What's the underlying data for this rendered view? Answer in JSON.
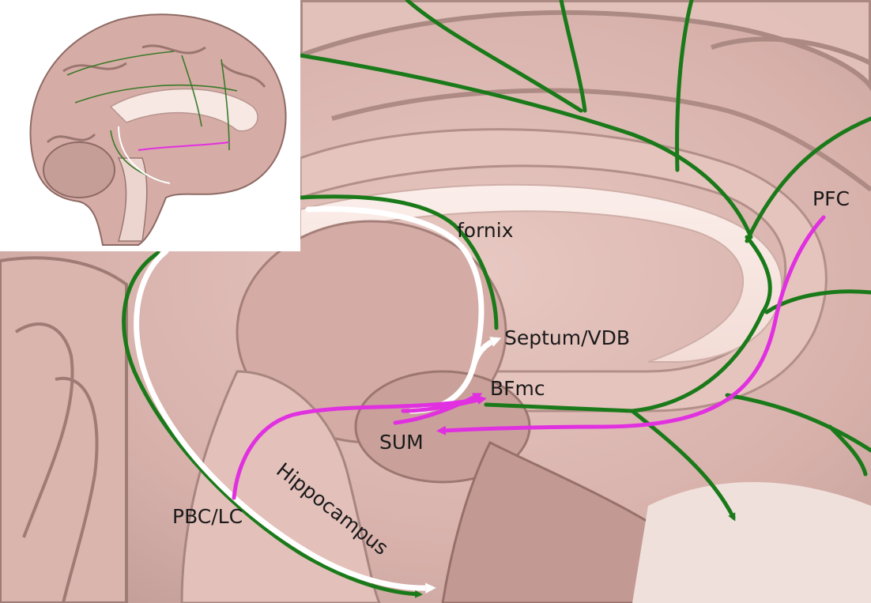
{
  "labels": {
    "fornix": "fornix",
    "septum": "Septum/VDB",
    "bfmc": "BFmc",
    "sum": "SUM",
    "pfc": "PFC",
    "pbc": "PBC/LC",
    "hippocampus": "Hippocampus"
  },
  "colors": {
    "green_pathway": "#1a7a1a",
    "magenta_pathway": "#e030e0",
    "white_pathway": "#ffffff",
    "tissue_light": "#f2d6d0",
    "tissue_mid": "#d9b4ad",
    "tissue_dark": "#9a7670"
  }
}
